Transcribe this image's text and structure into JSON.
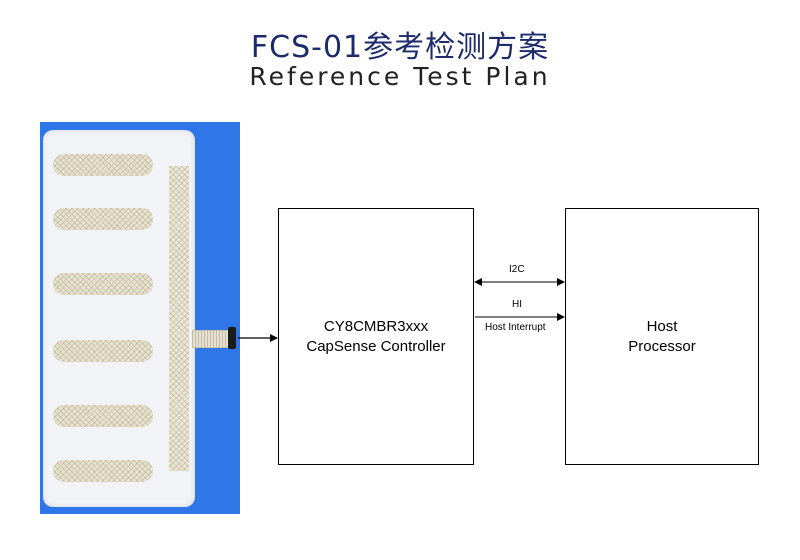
{
  "header": {
    "title_cn": "FCS-01参考检测方案",
    "title_en": "Reference Test Plan"
  },
  "diagram": {
    "controller": {
      "line1": "CY8CMBR3xxx",
      "line2": "CapSense Controller"
    },
    "host": {
      "line1": "Host",
      "line2": "Processor"
    },
    "links": {
      "i2c": "I2C",
      "hi": "HI",
      "hi_full": "Host Interrupt"
    }
  },
  "colors": {
    "title": "#1d2a6b",
    "sensor_background": "#2f76e8"
  }
}
